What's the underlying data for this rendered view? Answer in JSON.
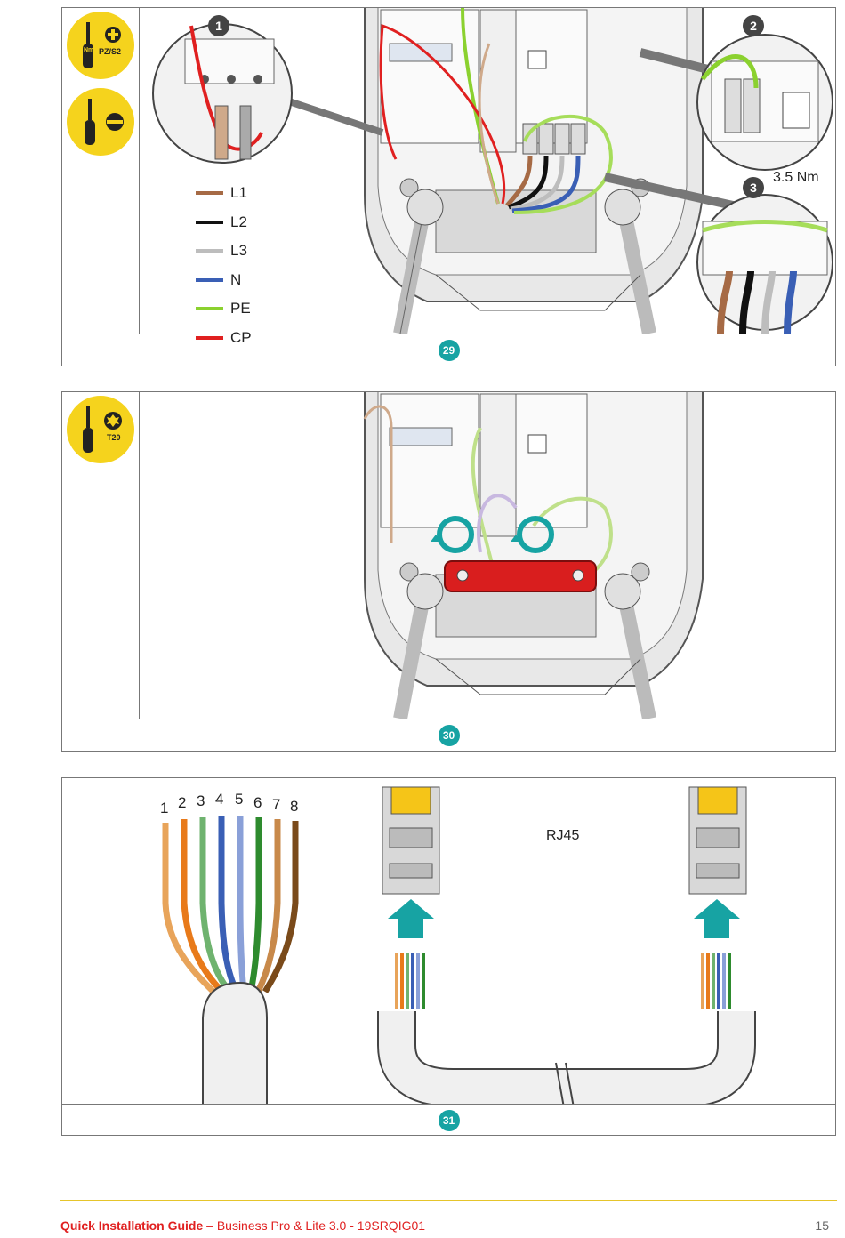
{
  "panel29": {
    "step": "29",
    "tools": [
      {
        "name": "screwdriver-torque",
        "label": "PZ/S2",
        "sub": "Nm"
      },
      {
        "name": "screwdriver-flat",
        "label": ""
      }
    ],
    "callouts": [
      "1",
      "2",
      "3"
    ],
    "torque": "3.5 Nm",
    "legend": [
      {
        "label": "L1",
        "color": "#a66a45"
      },
      {
        "label": "L2",
        "color": "#111111"
      },
      {
        "label": "L3",
        "color": "#bdbdbd"
      },
      {
        "label": "N",
        "color": "#3a5fb5"
      },
      {
        "label": "PE",
        "color": "#8bd12f"
      },
      {
        "label": "CP",
        "color": "#e02020"
      }
    ]
  },
  "panel30": {
    "step": "30",
    "tool": {
      "name": "screwdriver-torx",
      "label": "T20"
    }
  },
  "panel31": {
    "step": "31",
    "pins": [
      "1",
      "2",
      "3",
      "4",
      "5",
      "6",
      "7",
      "8"
    ],
    "connector_label": "RJ45"
  },
  "footer": {
    "title": "Quick Installation Guide",
    "subtitle": " – Business Pro & Lite 3.0 - 19SRQIG01",
    "page": "15"
  }
}
